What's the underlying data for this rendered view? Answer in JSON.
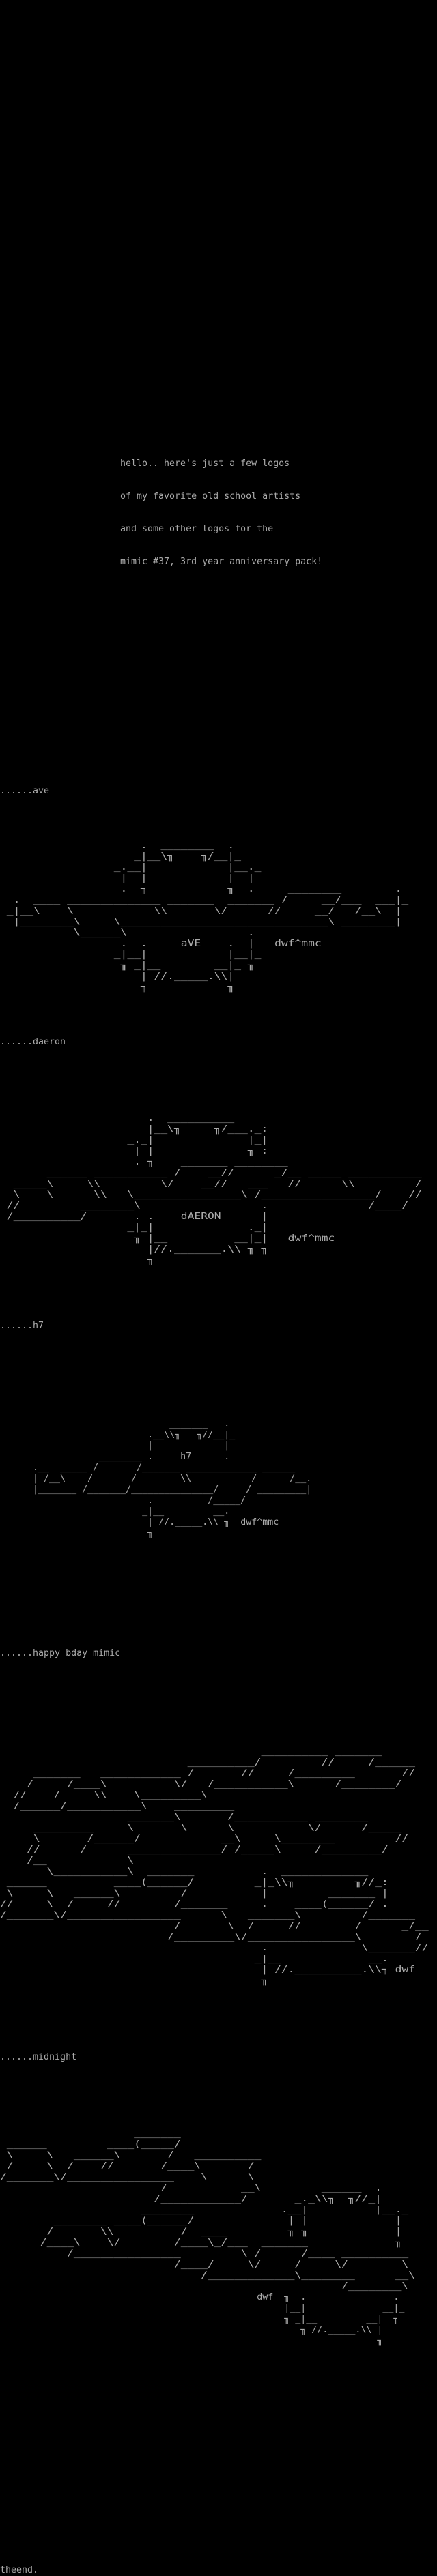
{
  "intro": {
    "lines": [
      "hello.. here's just a few logos",
      "of my favorite old school artists",
      "and some other logos for the",
      "mimic #37, 3rd year anniversary pack!"
    ]
  },
  "sections": [
    {
      "label": "......ave",
      "art": [
        "                     .  ________  .",
        "                    _|__\\╖    ╖/__|_",
        "                 _.__|            |__._",
        "                  |  |            |  |",
        "                  .  ╖            ╖  .     ________        .",
        "  .  ____ ______________ _______  _______ /     __/___  ___|_",
        " _|__\\    \\            \\\\       \\/      //     __/   /__\\  |",
        "  |________\\     \\_______________________________\\ ________|",
        "           \\______\\                  .",
        "                  .  .     aVE    .  |   dwf^mmc",
        "                 _|__|            |__|_",
        "                  ╖ _|__        __|_ ╖",
        "                     | //._____.\\\\|",
        "                     ╖            ╖"
      ]
    },
    {
      "label": "......daeron",
      "art": [
        "                      .  __________",
        "                      |__\\╖     ╖/___._:",
        "                   _._|              |_|",
        "                    | |              ╖ :",
        "                    . ╖    _______ ________",
        "       ______ ___________ /    __//      _/__ _____ ___________",
        "  _____\\     \\\\         \\/    __//   ___   //      \\\\         /",
        "  \\    \\      \\\\   \\________________\\ /_________________/    //",
        " //         ________\\                  .               /____/",
        " /__________/       . .    dAERON      |",
        "                   _|_|              ._|",
        "                    ╖ |__          __|_|   dwf^mmc",
        "                      |//._______.\\\\ ╖ ╖",
        "                      ╖"
      ]
    },
    {
      "label": "......h7",
      "art": [
        "                               _______   .",
        "                           .__\\\\╖   ╖//__|_",
        "                           |             |",
        "                  ________ .     h7      .",
        "      .__  _____ /       /_______ _____________ ______",
        "      | /__\\    /       /        \\\\           /      /__.",
        "      |_______ /_______/_______________/     / _________|",
        "                           .          /_____/",
        "                          _|__         __.",
        "                           | //._____.\\\\ ╖  dwf^mmc",
        "                           ╖"
      ]
    },
    {
      "label": "......happy bday mimic",
      "art": [
        "                                       __________ _______",
        "                            __________/         //     /______",
        "     _______   ____________ /       //     /_________       //",
        "    /     /____\\          \\/   /___________\\      /________/",
        "  //    /     \\\\    \\_________\\",
        "  /______/___________\\    _________",
        "                   _______\\       /___________ ________",
        "     _________     \\       \\      \\           \\/      /_____",
        "     \\       /______/            __\\     \\________         //",
        "    //      /      ______________/ /_____\\     /_________/",
        "    /__            \\",
        "       \\___________\\  _______          .  _____________",
        " ______          ____(______/         _|_\\\\╖         ╖//_:",
        " \\     \\   ______\\         /           |         _______ |",
        "//     \\  /     //        /_______     .    ____(______/ .",
        "/_______\\/_________________      \\   _______\\         /_______",
        "                          /       \\  /     //        /      _/__",
        "                         /_________\\/________________\\        /",
        "                                       .              \\_______//",
        "                                      _|__             __.",
        "                                       | //.__________.\\\\╖ dwf",
        "                                       ╖"
      ]
    },
    {
      "label": "......midnight",
      "art": [
        "                    _______",
        " ______         ____(_____/",
        " \\     \\   ______\\       /   __________",
        " /     \\  /    //       /____\\       /",
        "/_______\\/________________    \\      \\",
        "                        /           __\\         ______  .",
        "                       /____________/       _._\\\\╖  ╖//_|",
        "                     ________             .__|          |__._",
        "        ________ ____(______/              | |             |",
        "       /       \\\\          /  ____         ╖ ╖             |",
        "      /____\\    \\/        /____\\_/___  _______             ╖",
        "          /________________         \\ /      /____ __________",
        "                          /____/     \\/     /     \\/        \\",
        "                              /_____________\\________      __\\",
        "                                                   /________\\"
      ],
      "art_lower": [
        "                                               dwf  ╖  .                .",
        "                                                    |__|              __|_",
        "                                                    ╖ _|__         __|  ╖",
        "                                                       ╖ //._____.\\\\ |",
        "                                                                     ╖"
      ]
    }
  ],
  "outro": "theend."
}
